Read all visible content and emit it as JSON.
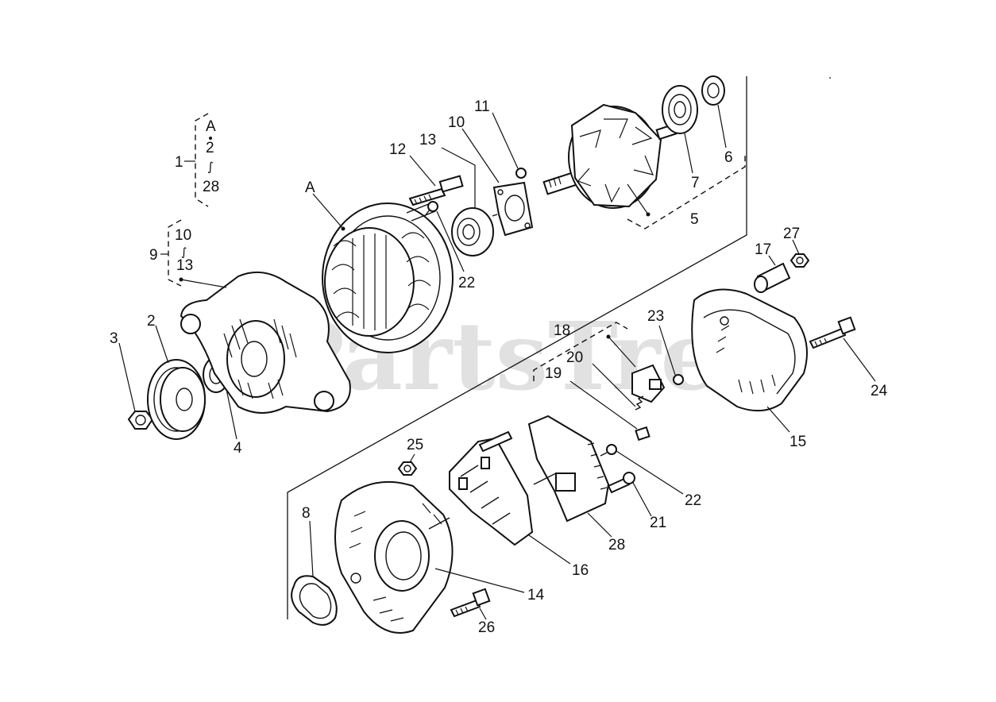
{
  "watermark": "PartsTree",
  "groups": {
    "g1": {
      "number": "1",
      "line1": "A",
      "line2": "2",
      "line3": "28"
    },
    "g9": {
      "number": "9",
      "line1": "10",
      "line2": "13"
    }
  },
  "callouts": {
    "A": "A",
    "p2": "2",
    "p3": "3",
    "p4": "4",
    "p5": "5",
    "p6": "6",
    "p7": "7",
    "p8": "8",
    "p10": "10",
    "p11": "11",
    "p12": "12",
    "p13": "13",
    "p14": "14",
    "p15": "15",
    "p16": "16",
    "p17": "17",
    "p18": "18",
    "p19": "19",
    "p20": "20",
    "p21": "21",
    "p22a": "22",
    "p22b": "22",
    "p23": "23",
    "p24": "24",
    "p25": "25",
    "p26": "26",
    "p27": "27",
    "p28": "28"
  }
}
